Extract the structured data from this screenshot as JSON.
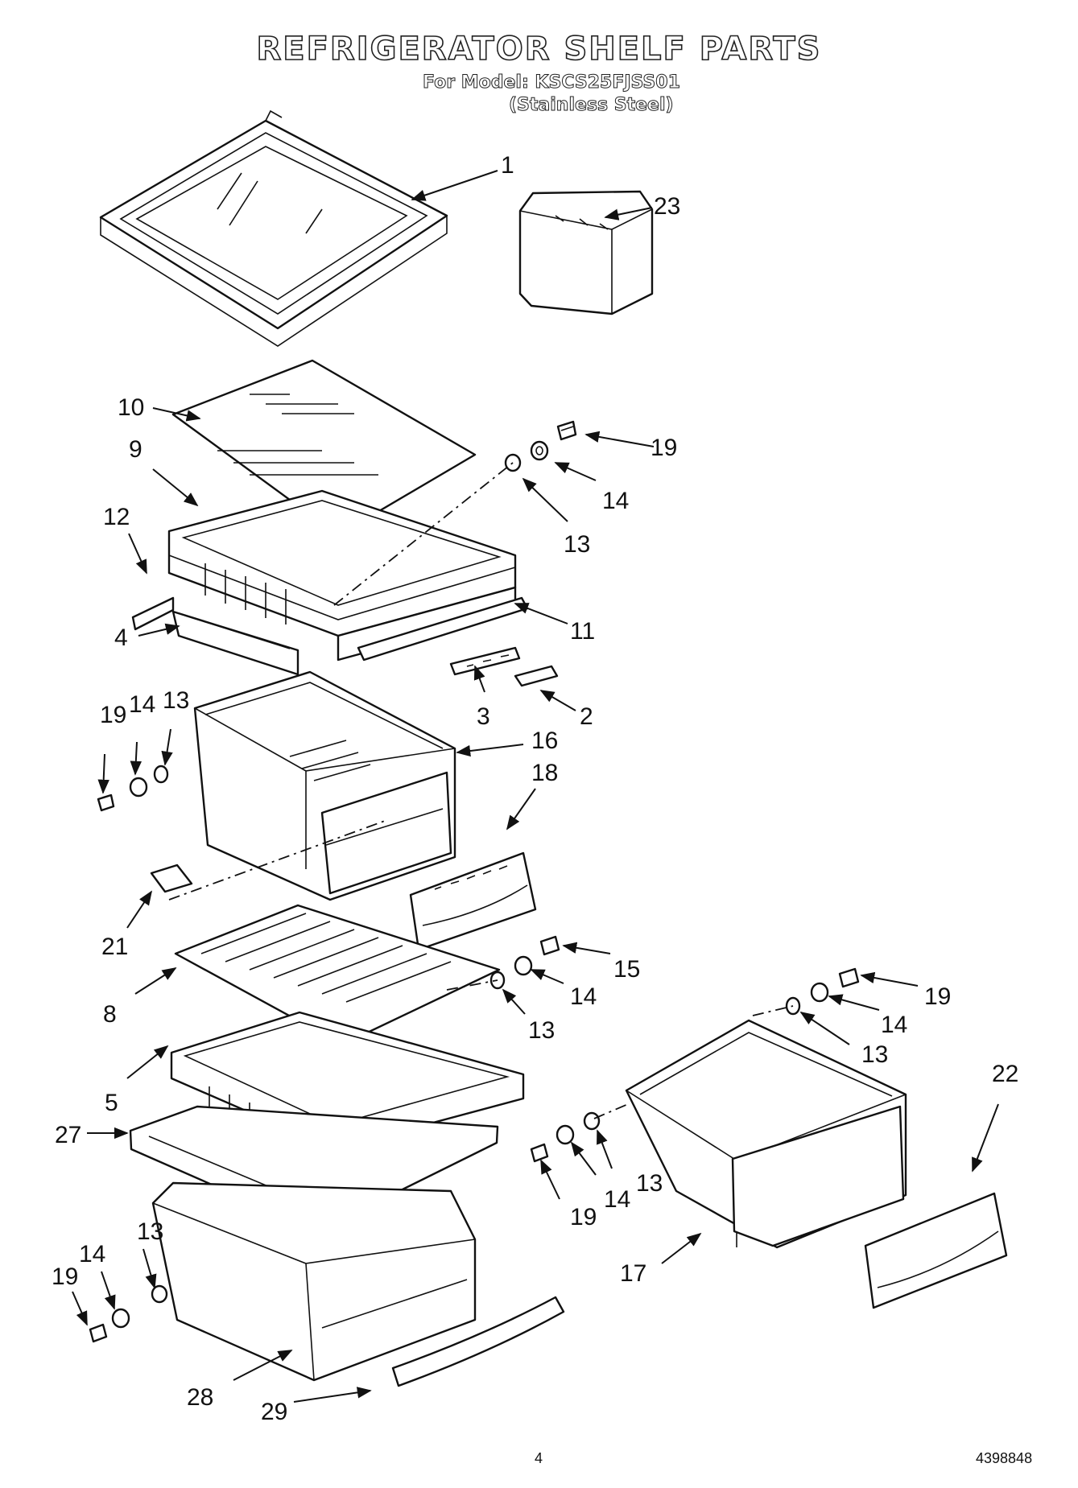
{
  "header": {
    "title": "REFRIGERATOR SHELF PARTS",
    "model_line": "For Model: KSCS25FJSS01",
    "finish": "(Stainless Steel)"
  },
  "footer": {
    "page_number": "4",
    "document_number": "4398848"
  },
  "callouts": [
    {
      "id": "c1",
      "label": "1"
    },
    {
      "id": "c23",
      "label": "23"
    },
    {
      "id": "c10",
      "label": "10"
    },
    {
      "id": "c9",
      "label": "9"
    },
    {
      "id": "c19a",
      "label": "19"
    },
    {
      "id": "c14a",
      "label": "14"
    },
    {
      "id": "c13a",
      "label": "13"
    },
    {
      "id": "c12",
      "label": "12"
    },
    {
      "id": "c11",
      "label": "11"
    },
    {
      "id": "c4",
      "label": "4"
    },
    {
      "id": "c3",
      "label": "3"
    },
    {
      "id": "c2",
      "label": "2"
    },
    {
      "id": "c19b",
      "label": "19"
    },
    {
      "id": "c14b",
      "label": "14"
    },
    {
      "id": "c13b",
      "label": "13"
    },
    {
      "id": "c16",
      "label": "16"
    },
    {
      "id": "c18",
      "label": "18"
    },
    {
      "id": "c21",
      "label": "21"
    },
    {
      "id": "c15",
      "label": "15"
    },
    {
      "id": "c14c",
      "label": "14"
    },
    {
      "id": "c13c",
      "label": "13"
    },
    {
      "id": "c8",
      "label": "8"
    },
    {
      "id": "c19c",
      "label": "19"
    },
    {
      "id": "c14d",
      "label": "14"
    },
    {
      "id": "c13d",
      "label": "13"
    },
    {
      "id": "c5",
      "label": "5"
    },
    {
      "id": "c22",
      "label": "22"
    },
    {
      "id": "c27",
      "label": "27"
    },
    {
      "id": "c13e",
      "label": "13"
    },
    {
      "id": "c14e",
      "label": "14"
    },
    {
      "id": "c19d",
      "label": "19"
    },
    {
      "id": "c13f",
      "label": "13"
    },
    {
      "id": "c14f",
      "label": "14"
    },
    {
      "id": "c19e",
      "label": "19"
    },
    {
      "id": "c17",
      "label": "17"
    },
    {
      "id": "c28",
      "label": "28"
    },
    {
      "id": "c29",
      "label": "29"
    }
  ]
}
